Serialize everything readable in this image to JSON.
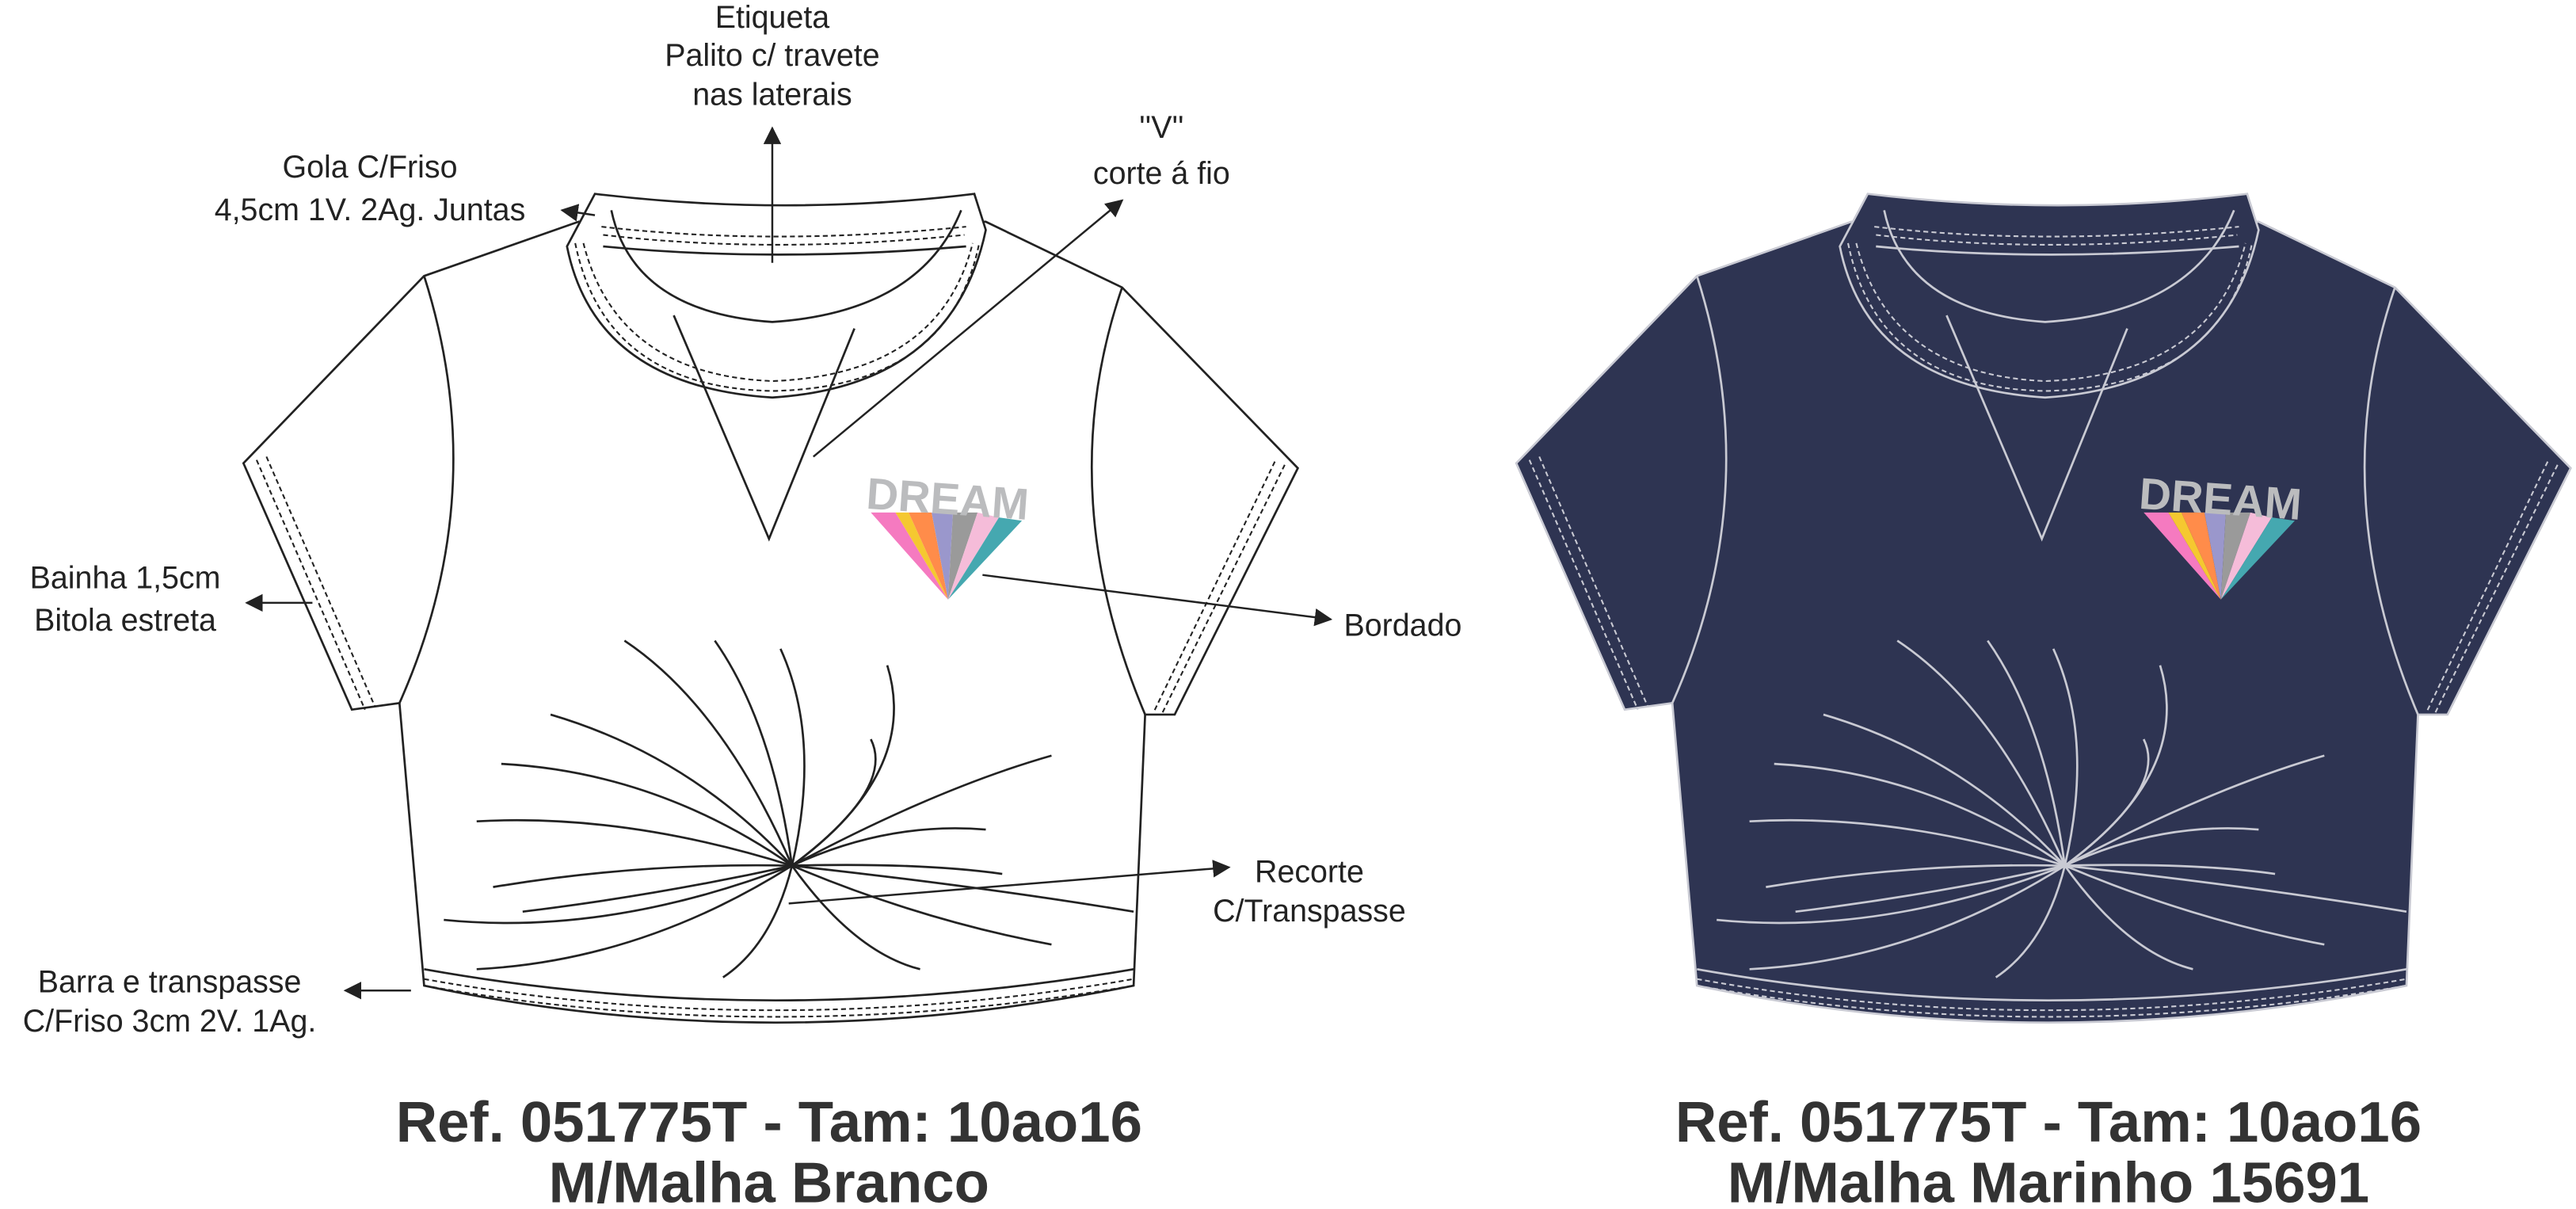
{
  "annotations": {
    "label": [
      "Etiqueta",
      "Palito c/ travete",
      "nas laterais"
    ],
    "collar": [
      "Gola C/Friso",
      "4,5cm 1V. 2Ag. Juntas"
    ],
    "v_cut": [
      "''V''",
      "corte á fio"
    ],
    "sleeve_hem": [
      "Bainha 1,5cm",
      "Bitola estreta"
    ],
    "embroidery": "Bordado",
    "cutout": [
      "Recorte",
      "C/Transpasse"
    ],
    "hem": [
      "Barra e transpasse",
      "C/Friso 3cm 2V. 1Ag."
    ]
  },
  "logo_text": "DREAM",
  "variants": [
    {
      "ref": "Ref. 051775T - Tam: 10ao16",
      "fabric": "M/Malha Branco",
      "body_color": "#ffffff",
      "line_color": "#222222"
    },
    {
      "ref": "Ref. 051775T - Tam: 10ao16",
      "fabric": "M/Malha Marinho 15691",
      "body_color": "#2e3452",
      "line_color": "#c9cad3"
    }
  ],
  "logo_colors": [
    "#f57ac0",
    "#f5c830",
    "#ff8c4a",
    "#9a97cc",
    "#9a9a9a",
    "#f5bcd9",
    "#45a8b0"
  ]
}
